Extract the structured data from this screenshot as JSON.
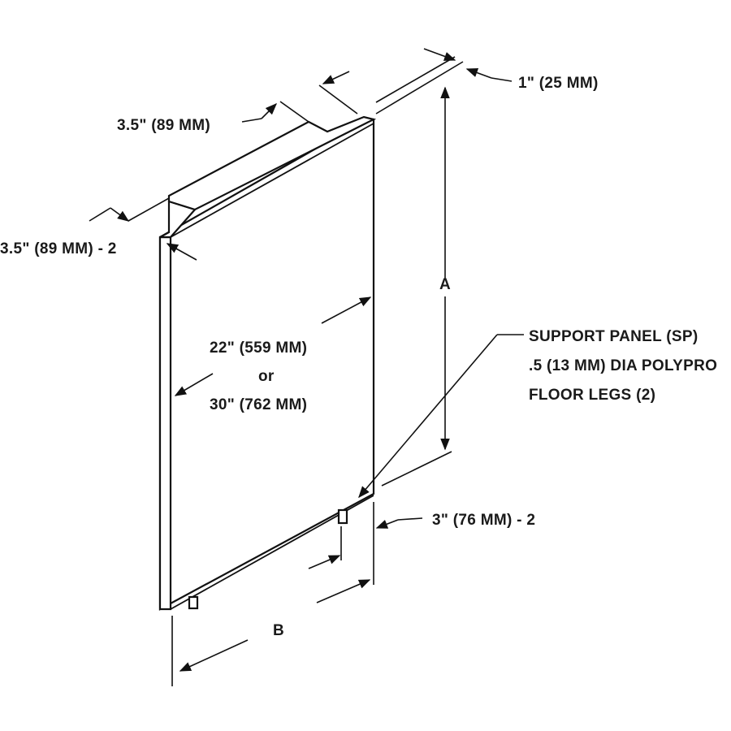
{
  "labels": {
    "top_depth": "3.5\" (89 MM)",
    "side_depth": "3.5\" (89 MM) - 2",
    "thickness": "1\" (25 MM)",
    "height": "A",
    "width_line1": "22\" (559 MM)",
    "width_line2": "or",
    "width_line3": "30\" (762 MM)",
    "callout_line1": "SUPPORT PANEL (SP)",
    "callout_line2": ".5 (13 MM) DIA POLYPRO",
    "callout_line3": "FLOOR LEGS (2)",
    "leg_offset": "3\" (76 MM) - 2",
    "base_width": "B"
  }
}
